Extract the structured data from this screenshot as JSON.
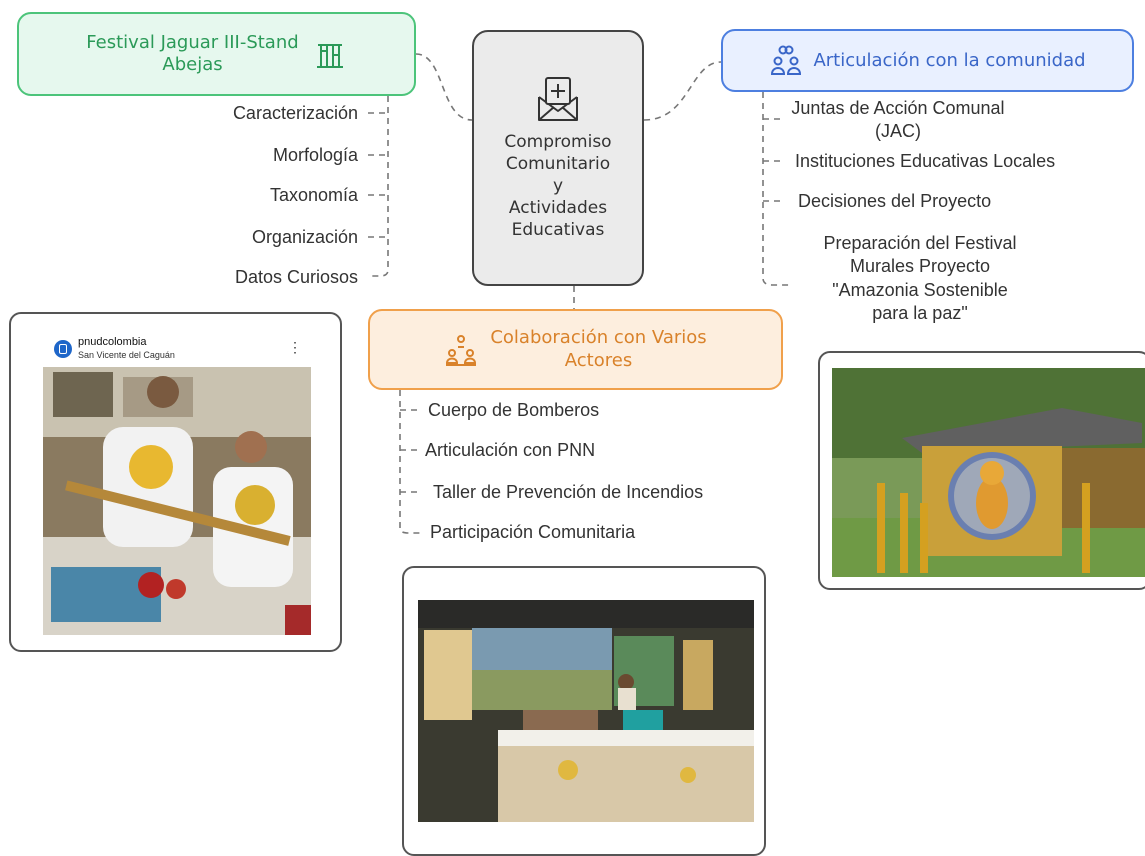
{
  "central": {
    "title": "Compromiso\nComunitario\ny\nActividades\nEducativas",
    "icon": "envelope-plus-icon"
  },
  "festival": {
    "title": "Festival Jaguar III-Stand\nAbejas",
    "icon": "hive-icon",
    "items": [
      "Caracterización",
      "Morfología",
      "Taxonomía",
      "Organización",
      "Datos Curiosos"
    ]
  },
  "articulacion": {
    "title": "Articulación con la comunidad",
    "icon": "community-icon",
    "items": [
      "Juntas de Acción Comunal\n(JAC)",
      "Instituciones Educativas Locales",
      "Decisiones del Proyecto",
      "Preparación del Festival\nMurales Proyecto\n\"Amazonia Sostenible\npara la paz\""
    ]
  },
  "colaboracion": {
    "title": "Colaboración con Varios\nActores",
    "icon": "people-network-icon",
    "items": [
      "Cuerpo de Bomberos",
      "Articulación con PNN",
      "Taller de Prevención de Incendios",
      "Participación Comunitaria"
    ]
  },
  "post": {
    "username": "pnudcolombia",
    "location": "San Vicente del Caguán"
  },
  "colors": {
    "green": "#4cc47a",
    "blue": "#4d7fe0",
    "orange": "#f0a04b",
    "central": "#ebebeb"
  }
}
